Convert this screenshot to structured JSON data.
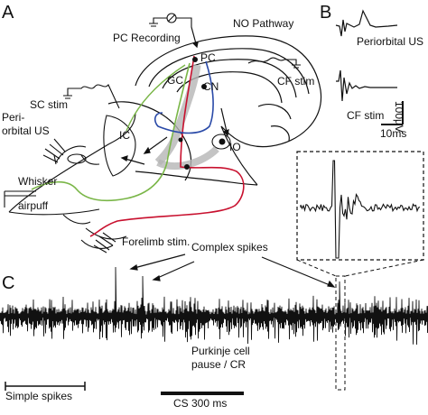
{
  "panels": {
    "a": "A",
    "b": "B",
    "c": "C"
  },
  "labels": {
    "pc_recording": "PC Recording",
    "no_pathway": "NO Pathway",
    "pc": "PC",
    "gc": "GC",
    "cn": "CN",
    "sc_stim": "SC stim",
    "cf_stim": "CF stim",
    "ic": "IC",
    "io": "IO",
    "periorbital_us_line1": "Peri-",
    "periorbital_us_line2": "orbital US",
    "whisker_line1": "Whisker",
    "whisker_line2": "airpuff",
    "forelimb": "Forelimb stim."
  },
  "panel_b": {
    "trace1_label": "Periorbital US",
    "trace2_label": "CF stim",
    "scale_time": "10ms",
    "scale_voltage": "100µV"
  },
  "panel_c": {
    "complex_spikes": "Complex spikes",
    "pause_line1": "Purkinje cell",
    "pause_line2": "pause / CR",
    "simple_spikes": "Simple spikes",
    "cs_bar": "CS 300 ms"
  },
  "colors": {
    "red_pathway": "#c8102e",
    "green_pathway": "#7ab648",
    "blue_pathway": "#2a4aa8",
    "gray_pathway": "#b5b5b5"
  }
}
